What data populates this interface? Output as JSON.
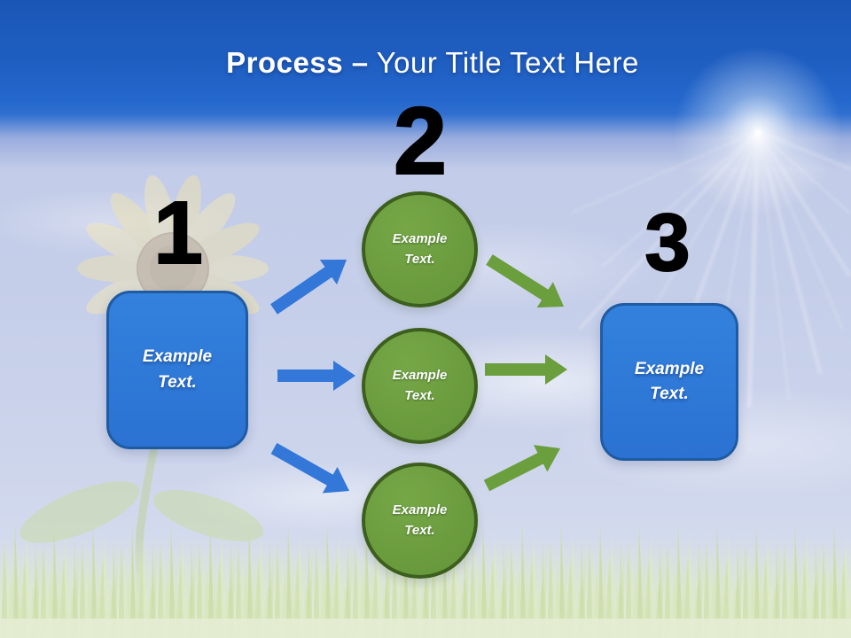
{
  "title": {
    "bold": "Process –",
    "regular": " Your Title Text Here"
  },
  "steps": {
    "step1": {
      "number": "1",
      "box_label": "Example Text."
    },
    "step2": {
      "number": "2",
      "circle_labels": [
        "Example Text.",
        "Example Text.",
        "Example Text."
      ]
    },
    "step3": {
      "number": "3",
      "box_label": "Example Text."
    }
  },
  "colors": {
    "header_blue_top": "#1a56b5",
    "header_blue_bottom": "#2a6fd2",
    "sky": "#c5cee9",
    "box_fill": "#2e7ad9",
    "box_border": "#1f5ba3",
    "circle_fill": "#6b9c3e",
    "circle_border": "#3c5f1e",
    "arrow_blue": "#3377d8",
    "arrow_green": "#6b9e3c",
    "number_text": "#000000",
    "title_text": "#ffffff",
    "label_text": "#ffffff",
    "grass": "#d6e4b8"
  }
}
